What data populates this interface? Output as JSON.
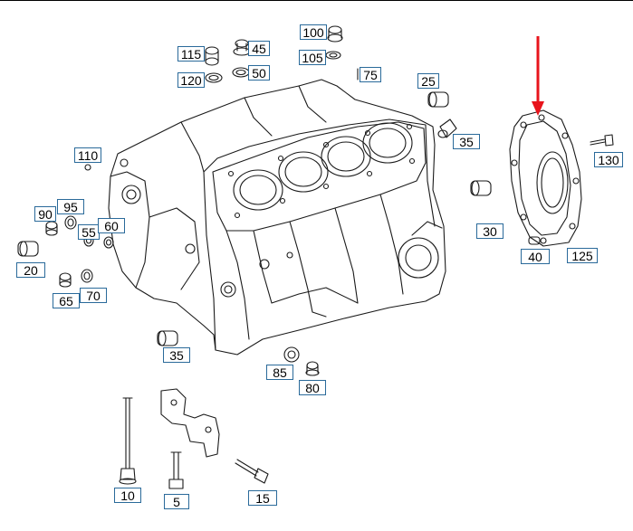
{
  "diagram": {
    "name": "engine-block-exploded-diagram",
    "highlight_color": "#e8141c",
    "line_color": "#1a1a1a",
    "callout_border_color": "#2a6a9a",
    "callouts": [
      {
        "id": "c100",
        "label": "100"
      },
      {
        "id": "c115",
        "label": "115"
      },
      {
        "id": "c45",
        "label": "45"
      },
      {
        "id": "c105",
        "label": "105"
      },
      {
        "id": "c120",
        "label": "120"
      },
      {
        "id": "c50",
        "label": "50"
      },
      {
        "id": "c75",
        "label": "75"
      },
      {
        "id": "c25",
        "label": "25"
      },
      {
        "id": "c35a",
        "label": "35"
      },
      {
        "id": "c110",
        "label": "110"
      },
      {
        "id": "c130",
        "label": "130"
      },
      {
        "id": "c90",
        "label": "90"
      },
      {
        "id": "c95",
        "label": "95"
      },
      {
        "id": "c55",
        "label": "55"
      },
      {
        "id": "c60",
        "label": "60"
      },
      {
        "id": "c30",
        "label": "30"
      },
      {
        "id": "c20",
        "label": "20"
      },
      {
        "id": "c40",
        "label": "40"
      },
      {
        "id": "c125",
        "label": "125"
      },
      {
        "id": "c65",
        "label": "65"
      },
      {
        "id": "c70",
        "label": "70"
      },
      {
        "id": "c35b",
        "label": "35"
      },
      {
        "id": "c85",
        "label": "85"
      },
      {
        "id": "c80",
        "label": "80"
      },
      {
        "id": "c10",
        "label": "10"
      },
      {
        "id": "c5",
        "label": "5"
      },
      {
        "id": "c15",
        "label": "15"
      }
    ]
  }
}
